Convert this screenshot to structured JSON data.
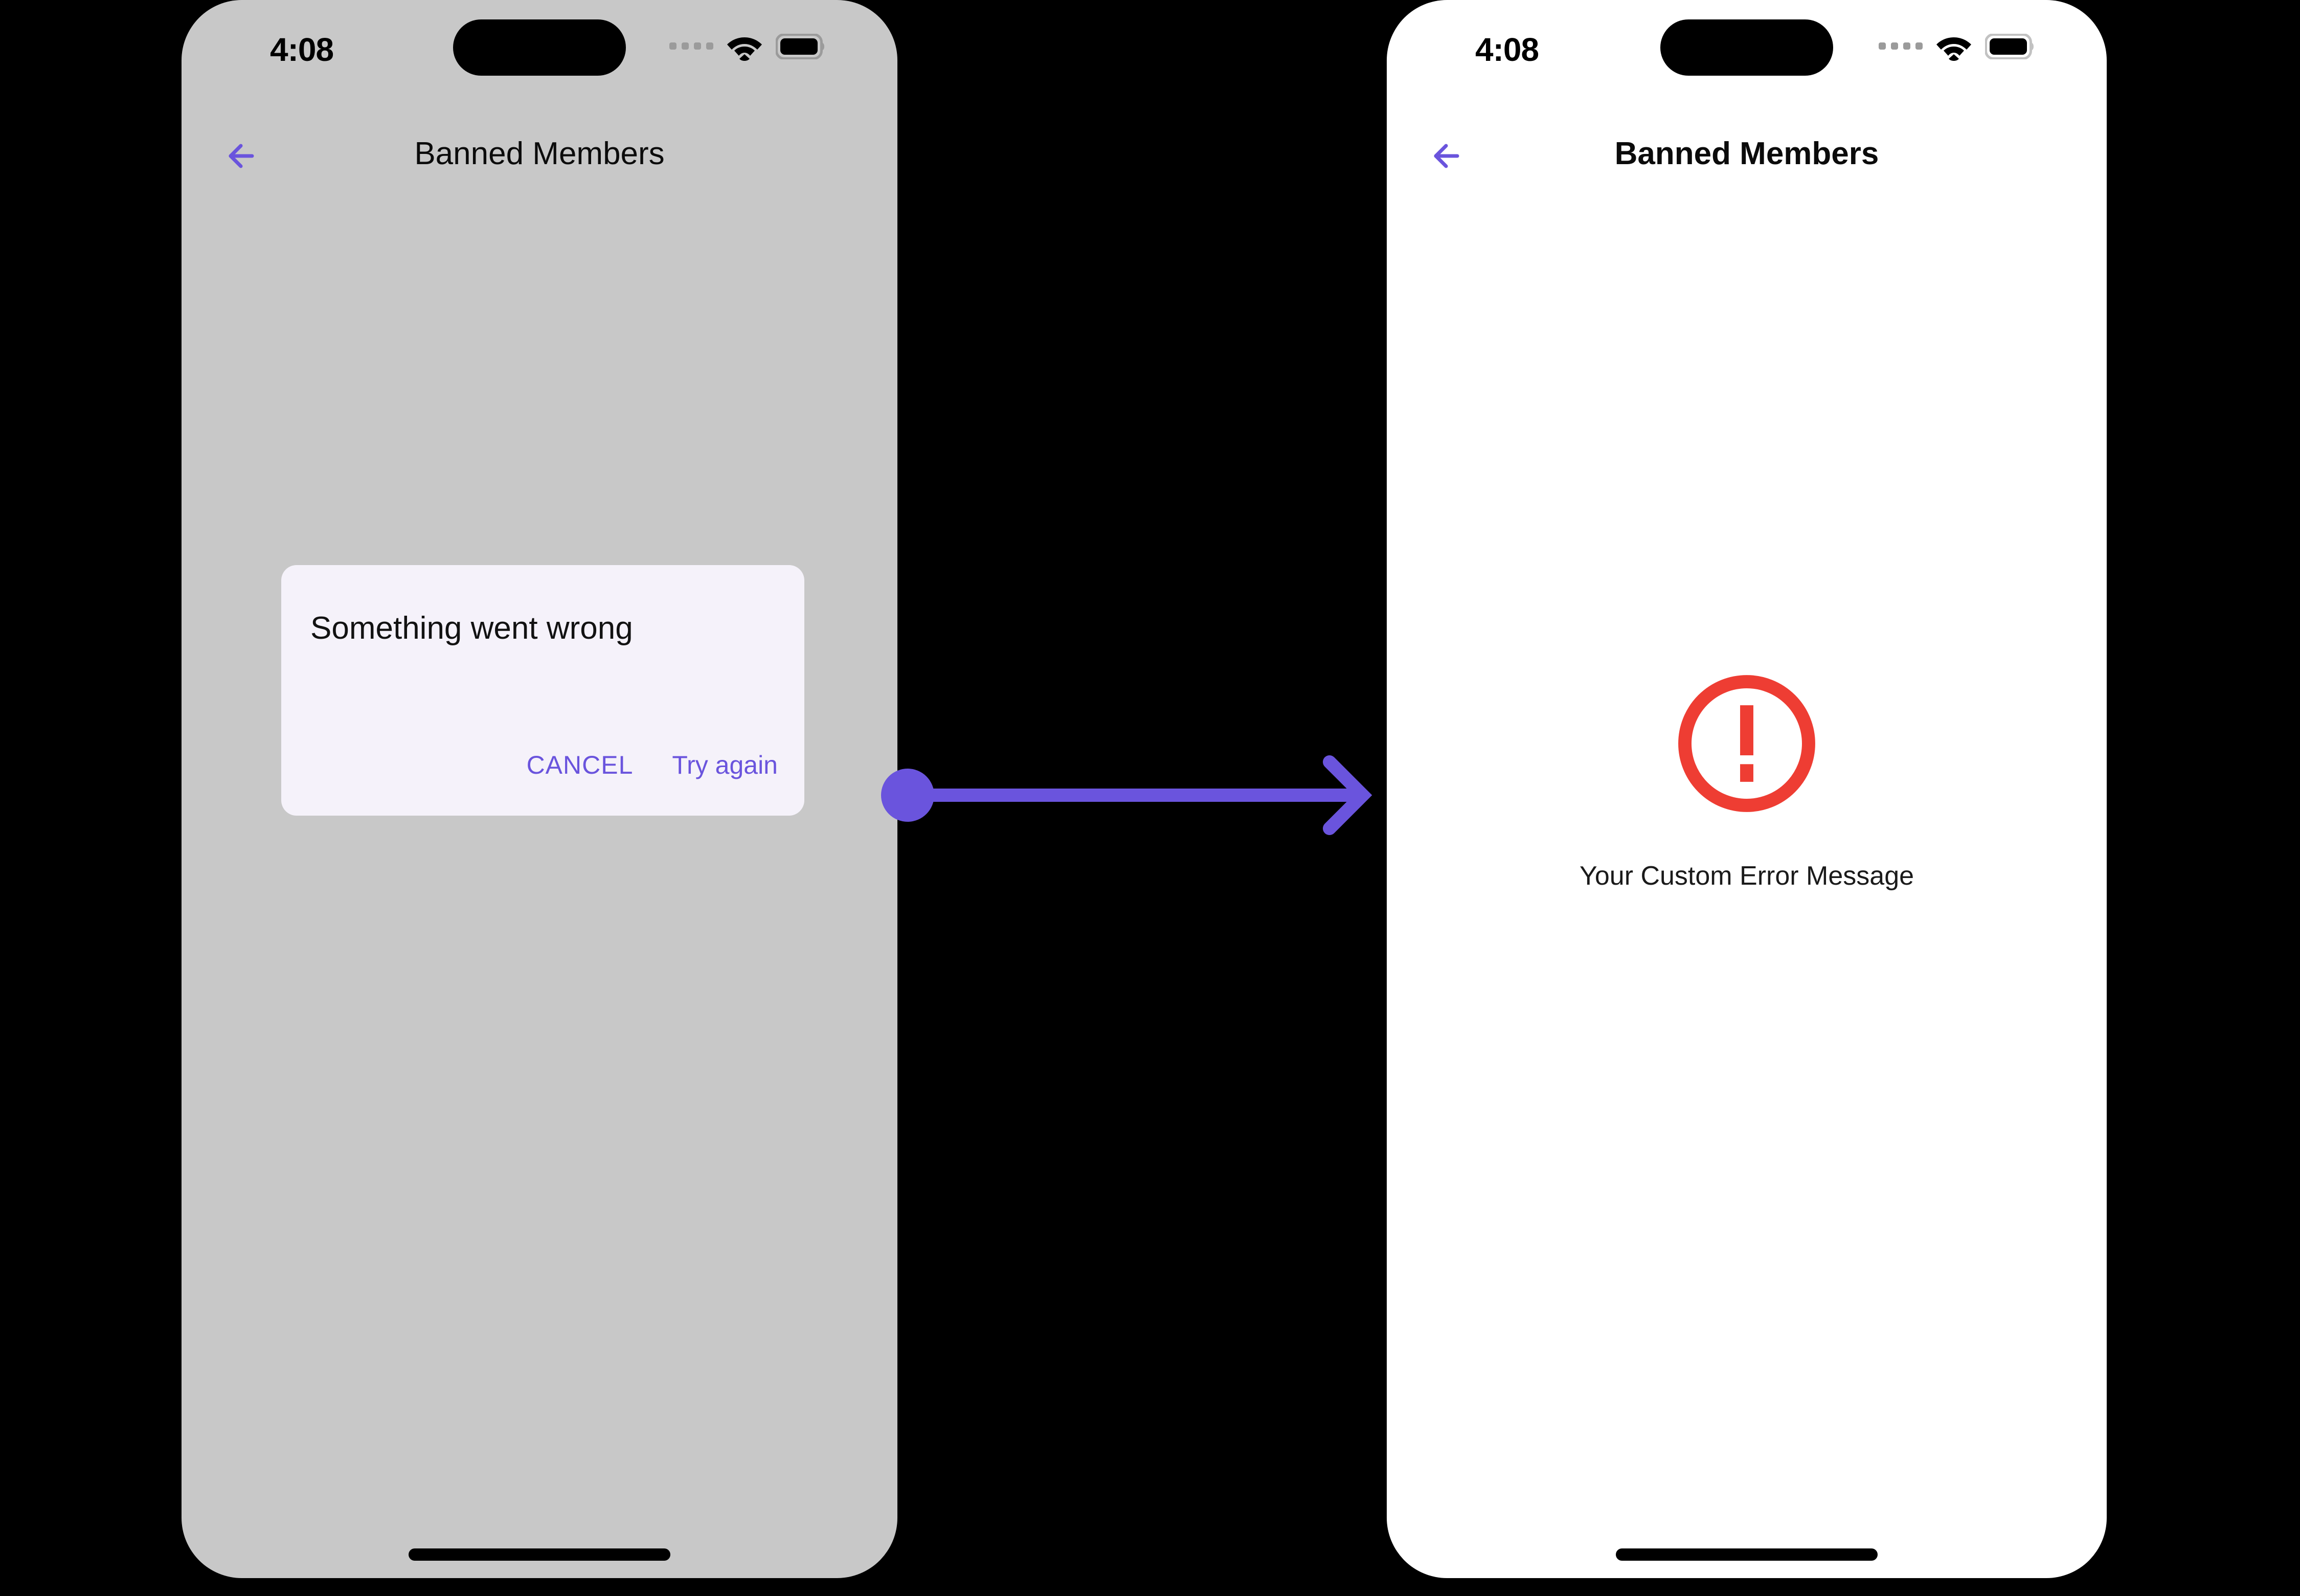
{
  "theme": {
    "accent_purple": "#6a54dd",
    "error_red": "#ee3d33",
    "dialog_bg": "#f5f2fa",
    "scrim_gray": "#c8c8c8",
    "page_bg": "#000000",
    "screen_white": "#ffffff"
  },
  "status_bar": {
    "time": "4:08",
    "signal_icon": "signal-dots-icon",
    "wifi_icon": "wifi-icon",
    "battery_icon": "battery-full-icon",
    "notch": "dynamic-island"
  },
  "screens": [
    {
      "id": "dialog-screen",
      "nav": {
        "back_icon": "arrow-left-icon",
        "title": "Banned Members"
      },
      "dialog": {
        "title": "Something went wrong",
        "buttons": [
          {
            "id": "cancel",
            "label": "CANCEL"
          },
          {
            "id": "try-again",
            "label": "Try again"
          }
        ]
      },
      "home_indicator": "home-indicator"
    },
    {
      "id": "error-screen",
      "nav": {
        "back_icon": "arrow-left-icon",
        "title": "Banned Members"
      },
      "error": {
        "icon": "error-exclamation-circle-icon",
        "message": "Your Custom Error Message"
      },
      "home_indicator": "home-indicator"
    }
  ],
  "connector": {
    "type": "flow-arrow",
    "direction": "left-to-right",
    "start_marker": "dot",
    "end_marker": "chevron-arrowhead"
  }
}
